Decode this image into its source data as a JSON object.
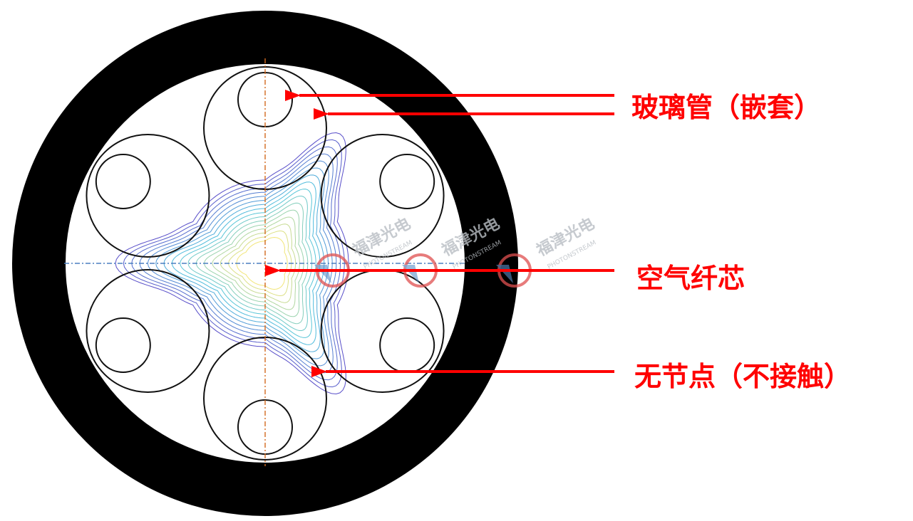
{
  "labels": {
    "tube": "玻璃管（嵌套）",
    "core": "空气纤芯",
    "node": "无节点（不接触）"
  },
  "watermark": {
    "cn": "福津光电",
    "en": "PHOTONSTREAM",
    "logo_color": "#e05050",
    "text_color": "#b9bec4"
  },
  "colors": {
    "jacket": "#000000",
    "arrow": "#ff0000",
    "vertical_axis": "#d2691e",
    "horizontal_axis": "#4a7fc0",
    "contour_low": "#3b2fbf",
    "contour_mid": "#2fb8d8",
    "contour_high": "#f0e060"
  }
}
